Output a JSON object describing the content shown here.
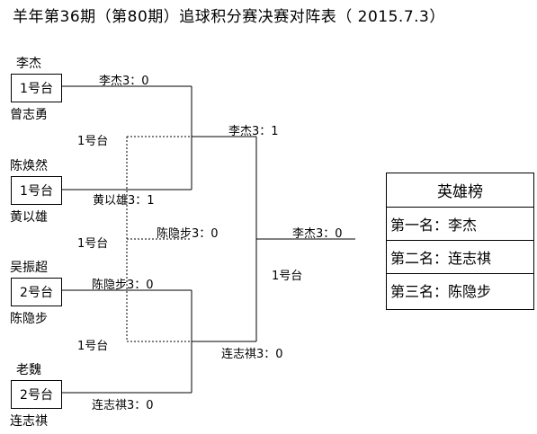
{
  "title": "羊年第36期（第80期）追球积分赛决赛对阵表（ 2015.7.3）",
  "first_round": [
    {
      "top_player": "李杰",
      "table": "1号台",
      "bottom_player": "曾志勇"
    },
    {
      "top_player": "陈焕然",
      "table": "1号台",
      "bottom_player": "黄以雄"
    },
    {
      "top_player": "吴振超",
      "table": "2号台",
      "bottom_player": "陈隐步"
    },
    {
      "top_player": "老魏",
      "table": "2号台",
      "bottom_player": "连志祺"
    }
  ],
  "first_round_results": [
    "李杰3：0",
    "黄以雄3：1",
    "陈隐步3：0",
    "连志祺3：0"
  ],
  "second_round_tables": [
    "1号台",
    "1号台",
    "1号台"
  ],
  "second_round_results": [
    "李杰3：1",
    "陈隐步3：0",
    "连志祺3：0"
  ],
  "final": {
    "result": "李杰3：0",
    "table": "1号台"
  },
  "hero_board": {
    "title": "英雄榜",
    "rows": [
      "第一名：李杰",
      "第二名：连志祺",
      "第三名：陈隐步"
    ]
  }
}
